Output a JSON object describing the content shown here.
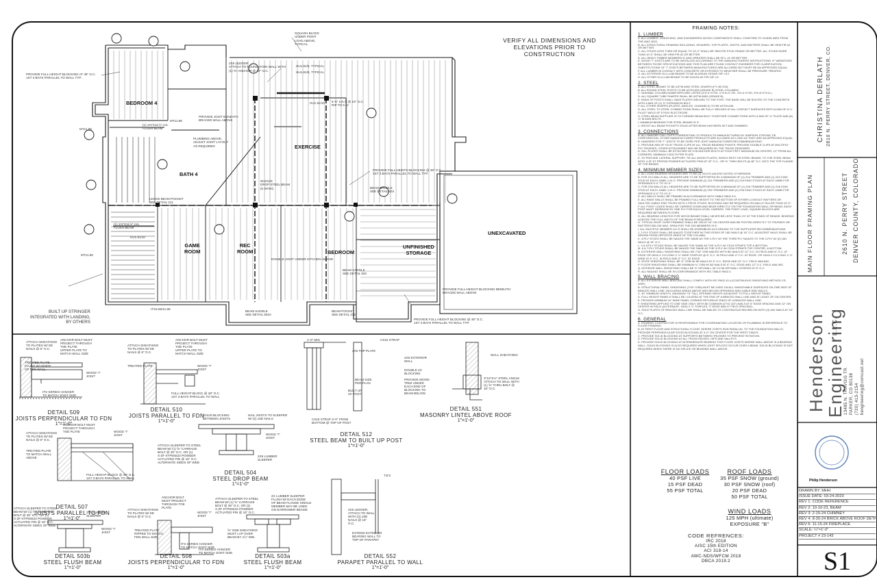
{
  "plan": {
    "verify_note": [
      "VERIFY ALL DIMENSIONS AND",
      "ELEVATIONS PRIOR TO",
      "CONSTRUCTION"
    ],
    "rooms": {
      "bedroom4": "BEDROOM 4",
      "exercise": "EXERCISE",
      "bath4": "BATH 4",
      "game": "GAME",
      "game2": "ROOM",
      "rec": "REC",
      "rec2": "ROOM",
      "bedroom": "BEDROOM",
      "unfinished": "UNFINISHED",
      "unfinished2": "STORAGE",
      "unexcavated": "UNEXCAVATED"
    },
    "notes": {
      "n1": [
        "PROVIDE FULL HEIGHT BLOCKING AT 48\" O.C.",
        "1ST 3 BAYS PARALLEL TO WALL TYP."
      ],
      "n2": [
        "SQUASH BLOCK",
        "UNDER POINT",
        "LOAD ABOVE,",
        "TYPICAL"
      ],
      "n3": [
        "2x6 LEDGER",
        "ATTACH TO FOUNDATION WALL WITH",
        "(1) ⅝\" ANCHOR @ 32\" O.C."
      ],
      "n4": [
        "HU1.81/5, TYPICAL",
        "HU1.81/5, TYPICAL"
      ],
      "n5": [
        "5 ⅜\" LVL'S @ 16\" O.C.",
        "RIP TO 5 ⅜\""
      ],
      "n6": [
        "PROVIDE FULL HEIGTH BLOCKING @ 48\" O.C.",
        "1ST 3 BAYS PARALLEL TO WALL TYP."
      ],
      "n7": [
        "PROVIDE JOIST BENEATH",
        "BRACED WALL ABOVE"
      ],
      "n8": [
        "PLUMBING ABOVE,",
        "ADJUST JOIST LAYOUT",
        "AS REQUIRED"
      ],
      "n9": [
        "BEAM SADDLE",
        "SEE DETAIL 503"
      ],
      "n10": [
        "BEAM POCKET",
        "SEE DETAIL 212"
      ],
      "n11": [
        "PROVIDE FULL HEIGHT BLOCKING BENEATH",
        "BRACED WALL ABOVE"
      ],
      "n12": [
        "BUILT UP STRINGER",
        "INTEGRATED WITH LANDING,",
        "BY OTHERS"
      ],
      "n13": [
        "PROVIDE FULL HEIGHT BLOCKING @ 48\" O.C.",
        "1ST 3 BAYS PARALLEL TO WALL TYP."
      ],
      "n14": [
        "(1) 1⅜\"x11⅞\" LVL",
        "FLUSH BEAM"
      ],
      "n15": [
        "DOUBLE JOIST UNDER KITCHEN ISLAND"
      ],
      "n16": [
        "W10x26",
        "DROP STEEL BEAM",
        "(5 SPAN)"
      ],
      "n17": [
        "HU1.81/10"
      ],
      "n18": [
        "MT11.88"
      ],
      "n19": [
        "ITS3.56/11.88"
      ],
      "n20": [
        "BEAM SADDLE",
        "SEE DETAIL 503a"
      ],
      "n21": [
        "BEAM SADDLE",
        "SEE DETAIL 503"
      ],
      "n22": [
        "LEDGE BEAM POCKET",
        "SEE DETAIL 211"
      ]
    }
  },
  "details": [
    {
      "name": "DETAIL 509",
      "title": "JOISTS PERPENDICULAR TO FDN",
      "scale": "1\"=1'-0\""
    },
    {
      "name": "DETAIL 510",
      "title": "JOISTS PARALLEL TO FDN",
      "scale": "1\"=1'-0\""
    },
    {
      "name": "DETAIL 551",
      "title": "MASONRY LINTEL ABOVE ROOF",
      "scale": "1\"=1'-0\""
    },
    {
      "name": "DETAIL 507",
      "title": "JOISTS PARALLEL TO FDN",
      "scale": "1\"=1'-0\""
    },
    {
      "name": "DETAIL 504",
      "title": "STEEL DROP BEAM",
      "scale": "1\"=1'-0\""
    },
    {
      "name": "DETAIL 512",
      "title": "STEEL BEAM TO BUILT UP POST",
      "scale": "1\"=1'-0\""
    },
    {
      "name": "DETAIL 503b",
      "title": "STEEL FLUSH BEAM",
      "scale": "1\"=1'-0\""
    },
    {
      "name": "DETAIL 508",
      "title": "JOISTS PERPENDICULAR TO FDN",
      "scale": "1\"=1'-0\""
    },
    {
      "name": "DETAIL 503a",
      "title": "STEEL FLUSH BEAM",
      "scale": "1\"=1'-0\""
    },
    {
      "name": "DETAIL 552",
      "title": "PARAPET PARALLEL TO WALL",
      "scale": "1\"=1'-0\""
    }
  ],
  "detail_labels": {
    "d509": [
      "ATTACH SHEATHING",
      "TO PLATES W/ 8d",
      "NAILS @ 6\" O.C.",
      "ANCHOR BOLT MUST",
      "PROJECT THROUGH",
      "TOE PLATE",
      "UPPER PLATE TO",
      "MATCH WALL SIZE",
      "TREATED PLATE",
      "FLUSH W/ INSIDE",
      "OF FDN WALL",
      "WOOD \"I\"",
      "JOIST",
      "ITS SERIES HANGER",
      "TO MATCH JOIST SIZE"
    ],
    "d510": [
      "ATTACH SHEATHING",
      "TO PLATES W/ 8d",
      "NAILS @ 6\" O.C.",
      "ANCHOR BOLT MUST",
      "PROJECT THROUGH",
      "TOE PLATE",
      "UPPER PLATE TO",
      "MATCH WALL SIZE",
      "TREATED PLATE",
      "WOOD \"I\"",
      "JOIST",
      "FULL HEIGHT BLOCK @ 48\" O.C.",
      "1ST 3 BAYS PARALLEL TO WALL"
    ],
    "d551": [
      "CS16 STRAP",
      "2x6 EXTERIOR",
      "WALL",
      "DOUBLE 2x",
      "BLOCKING",
      "PROVIDE WOOD",
      "TRIM UNDER",
      "EACH END OF",
      "BLOCKING TO",
      "BEAM BELOW",
      "WALL SHEATHING",
      "3\"x4\"x¼\" STEEL ANGLE",
      "ATTACH TO WALL WITH",
      "(1) ⅝\" THRU BOLT @",
      "16\" O.C."
    ],
    "d512": [
      "1'-0\" MIN",
      "BUILT UP",
      "2x POST",
      "CS16 STRAP 3'-0\" FROM",
      "BOTTOM @ TOP OF POST",
      "2x6 TOP PLATE",
      "BEAM SIZE",
      "PER PLAN"
    ],
    "d507": [
      "ATTACH SHEATHING",
      "TO PLATES W/ 8d",
      "NAILS @ 6\" O.C.",
      "ANCHOR BOLT MUST",
      "PROJECT THROUGH",
      "TOE PLATE",
      "TREATED PLATE",
      "TO MATCH WALL",
      "ABOVE",
      "WOOD \"I\"",
      "JOIST",
      "FULL HEIGHT BLOCK @ 48\" O.C.",
      "1ST 3 BAYS PARALLEL TO WALL"
    ],
    "d504": [
      "SOLID BLOCKING",
      "BETWEEN JOISTS",
      "NAIL JOISTS TO SLEEPER",
      "W/ (2) 10d NAILS",
      "ATTACH SLEEPER TO STEEL",
      "BEAM W/ (1) ⅝\" CARRAGE",
      "BOLT @ 36\" O.C. OR (1)",
      "X-ZF KTP8S523 POWDER",
      "ACTUATED PIN @ 16\" O.C.",
      "ALTERNATE SIDES OF WEB",
      "2x6 LUMBER",
      "SLEEPER",
      "WOOD \"I\"",
      "JOIST"
    ],
    "d503b": [
      "ATTACH SLEEPER TO STEEL",
      "BEAM W/ (1) ⅝\" CARRAGE",
      "BOLT @ 36\" O.C. OR (1)",
      "X-ZF KTP8S523 POWDER",
      "ACTUATED PIN @ 16\" O.C.",
      "ALTERNATE SIDES OF WEB",
      "2x6 LUMBER",
      "SLEEPER",
      "WOOD \"I\"",
      "JOIST"
    ],
    "d508": [
      "ATTACH SHEATHING",
      "TO PLATES W/ 8d",
      "NAILS @ 6\" O.C.",
      "ANCHOR BOLT",
      "MUST PROJECT",
      "THROUGH TOE",
      "PLATE",
      "TREATED PLATE",
      "RIPPED TO MATCH",
      "FDN WALL SIZE",
      "WOOD \"I\"",
      "JOIST",
      "ITS SERIES HANGER",
      "TO MATCH JOIST SIZE"
    ],
    "d503a": [
      "ATTACH SLEEPER TO STEEL",
      "BEAM W/ (1) ⅝\" CARRAGE",
      "BOLT @ 36\" O.C. OR (1)",
      "X-ZF KTP8S523 POWDER",
      "ACTUATED PIN @ 16\" O.C.",
      "2x LUMBER SLEEPER",
      "FLUSH W/ EACH EDGE",
      "OF BEAM FLANGE SINGLE",
      "MEMBER MAY BE USED",
      "ON NARROWER BEAMS",
      "⅝\" OSB SHEATHING",
      "MUST LAP OVER",
      "BEAM BY 1½\" MIN.",
      "ITS SERIES HANGER",
      "TO MATCH JOIST SIZE"
    ],
    "d552": [
      "TJI's",
      "2x6 LEDGER,",
      "ATTACH TO WALL",
      "WITH (2) 16d",
      "NAILS @ 16\"",
      "O.C.",
      "EXTEND EXTERIOR",
      "BEARING WALL TO",
      "TOP OF PARAPET"
    ]
  },
  "framing_notes": {
    "title": "FRAMING NOTES:",
    "sections": [
      {
        "heading": "1. LUMBER",
        "items": [
          "a. ALL LUMBER, SHEATHING, AND ENGINEERED WOOD COMPONENTS SHALL CONFORM TO GUIDELINES FROM THE AWC NDS.",
          "b. ALL STRUCTURAL FRAMING INCLUDING, HEADERS, TOP PLATES, JOISTS, AND RAFTERS SHALL BE HEM FIR #2 OR BETTER.",
          "c. ALL STUDS LESS THEN OR EQUAL TO 10'-0\" SHALL BE HEM FIR STUD GRADE OR BETTER. ALL STUDS MORE THAN 10'-0\" SHALL BE HEM FIR #2 OR BETTER.",
          "d. ALL HEAVY TIMBER MEMBERS 6\" AND GREATER SHALL BE DF-L #1 OR BETTER.",
          "e. WOOD \"I\" JOISTS ARE TO BE INSTALLED ACCORDING TO THE MANUFACTURERS INSTRUCTIONS. IF VARIATIONS BETWEEN THOSE SPECIFICATIONS AND THIS PLAN ARE FOUND CONTACT ENGINEER FOR CLARIFICATION. SUBSTITUTIONS OF \"I\" JOISTS BETWEEN MANUFACTURES ARE ALLOWED BUT MUST BE AN APPROVED EQUAL.",
          "f. ALL LUMBER IN CONTACT WITH CONCRETE OR EXPOSED TO WEATHER SHALL BE PRESSURE TREATED.",
          "g. ALL EXTERIOR GLU-LAM BEAMS TO BE ALASKAN CEDAR 20F-V12",
          "h. ALL OTHER GLU-LAM BEAMS TO BE DOUGLAS FIR 24F-V4"
        ]
      },
      {
        "heading": "2. STEEL",
        "items": [
          "a. ALL STEEL BEAMS TO BE ASTM A992 STEEL SHAPES (Fy=50 ksi).",
          "b. ALL ROUND STEEL POSTS TO BE ASTM A53 (GRADE B) STEEL COLUMNS.",
          "c. NOMINAL COLUMN DIAMETERS ARE LISTED (3\"#=3 ½\"OD, 3 ½\"#=4\" OD, 4\"#=4 ½\"OD, 5\"#=5 ½\"O.D.)",
          "d. ALL SQUARE TUBE SHAPES SHALL BE ASTM A500 (GRADE B).",
          "e. ENDS OF POSTS SHALL HAVE PLATES WELDED TO THE POST. THE BASE WILL BE BOLTED TO THE CONCRETE WITH A MIN OF (1) ⅝\" EXPANSION BOLT.",
          "f. ALL OTHER SHAPES (PLATES, ANGLES, CHANNELS) TO BE ASTM A36.",
          "g. ALL STEEL TO STEEL CONNECTIONS SHALL BE FULLY WELDED AT ALL CONTACT SURFACES WITH A MIN OF A ¼\" FILLET WELD OF E70xx ELECTRODE.",
          "h. STEEL BEAM SUPPLIER IS TO FURNISH BEAM BOLT TOGETHER CONNECTIONS WITH A MIN OF ⅜\" PLATE AND (8) ¾\" ø A325 BOLTS.",
          "i. MINIMUM BEARING FOR STEEL BEAMS IS 3\".",
          "j. GROUT ALL BEAM POCKETS SOLID AFTER BEAM HAS BEEN SET AND SHIMMED."
        ]
      },
      {
        "heading": "3. CONNECTIONS",
        "items": [
          "a. ALL HANGER CALL OUTS CORRESPOND TO PRODUCTS MANUFACTURED BY SIMPSON STRONG-TIE CORPORATION. OTHER MANUFACTURER PRODUCTS ARE ALLOWED AS LONG AS THEY ARE AN APPROVED EQUAL.",
          "b. HANGERS FOR \"I\" JOISTS TO BE SIZED PER JOIST MANUFACTURER RECOMMENDATIONS.",
          "c. PROVIDE MIN OF H2.5T TRUSS CLIPS AT ALL TRUSS BEARING POINTS. PROVIDE DOUBLE CLIPS AT MULTIPLE PLY TRUSSES, OTHER ATTACHMENT MAY BE REQUIRED BY THE TRUSS DESIGNER.",
          "d. SILL PLATES SHALL BE ATTACHED W/ ⅝\"ø ANCHOR BOLTS AT FOUR FEET MAXIMUM ON CENTER, 12\" FROM ALL CORNERS, MINIMUM 2 BOLTS PER PLATE.",
          "e. TO PROVIDE LATERAL SUPPORT, TIE ALL WOOD PLATES, WHICH REST ON STEEL BEAMS, TO THE STEEL BEAM WITH X-ZF KT PRSS25 POWDER ACTUATED PINS AT 32\" O.C., OR ⅝\" THRU BOLTS @ 48\" O.C. INTO THE TOP FLANGE OF THE BEAMS."
        ]
      },
      {
        "heading": "4. MINIMUM MEMBER SIZES",
        "items": [
          "a. ALL LOAD BEARING HEADERS ARE TO BE (2) 2x10'S UNLESS NOTED OTHERWISE.",
          "b. FOR 2x4 WALLS ALL HEADERS ARE TO BE SUPPORTED BY A MINIMUM OF (1) 2x4 TRIMMER AND (1) 2x4 KING STUD AT EACH JAMB, U.N.O. PROVIDE MINIMUM (2) 2x4 TRIMMERS AND (2) 2x4 KING STUDS AT EACH JAMB FOR OPENINGS 6'-0\" TO 10'-0\".",
          "c. FOR 2x6 WALLS ALL HEADERS ARE TO BE SUPPORTED BY A MINIMUM OF (1) 2x6 TRIMMER AND (1) 2x6 KING STUD AT EACH JAMB, U.N.O. PROVIDE MINIMUM (2) 2x6 TRIMMERS AND (2) 2x6 KING STUDS AT EACH JAMB FOR OPENINGS 6'-0\" TO 10'-0\".",
          "d. ALL WALLS SHALL BE FRAMED IN ACCORDANCE WITH TABLE R602.3.5.",
          "e. ALL RAKE WALLS SHALL BE FRAMED FULL HEIGHT TO THE BOTTOM OF EITHER LOOKOUT RAFTERS OR VAULTED GABLE END TRUSS WITH 1 PIECE STUDS. BLOCKING MAY BE REQUIRED ON WALLS TALLER THAN 10'-0\".",
          "f. ALL POINT LOADS SHALL BE CARRIED DOWN AND BEAR DIRECTLY ON THE FOUNDATION WALL OR BEAM. EACH POST MUST INCREASE BY ONE PLY FOR EACH LEVEL CARRIED. THE POINT LOAD, SQUASH BLOCKS ARE REQUIRED BETWEEN FLOORS.",
          "g. ALL BEARING LENGTHS FOR WOOD BEAMS SHALL NEVER BE LESS THAN 1½\" AT THE ENDS OF BEAMS. BEARING ACROSS THE FULL WIDTH OF THE BEAM IS REQUIRED.",
          "h. TYPICAL ROOF OVER FRAMING SHALL BE 2x6 AT 24\" ON CENTER AND BE POSTED DIRECTLY TO TRUSSES OR RAFTERS BELOW MAX. SPAN FOR THE 2x6 MEMBERS IS 6'.",
          "i. ALL MULTIPLE MEMBER LVL'S SHALL BE ASSEMBLED ACCORDING TO THE SUPPLIERS RECOMMENDATIONS.",
          "j. 2-PLY STUDS SHALL BE NAILED TOGETHER W/ TWO ROWS OF 16d NAILS @ 16\" O.C. ADJACENT NAILS SHALL BE DRIVEN FROM OPPOSITE SIDES OF THE COLUMN.",
          "k. 3-PLY STUDS SHALL BE NAILED THE SAME AS THE 2-PLY W/ THE THIRD PLY NAILED TO THE 2-PLY W/ (2) 16d NAILS @ 16\" O.C.",
          "l. 4 & 5-PLY STUDS SHALL BE NAILED THE SAME AS THE 3-PLY W/ CS16 STRAPS TOP & BOTTOM.",
          "m. 6 & 7-PLY STUDS SHALL BE NAILED THE SAME AS THE 3-PLY W/ CS16 STRAPS TOP, CENTER, & BOTTOM.",
          "n. EXTERIOR WALL SHEATHING SHALL BE 7/16\" OSB NAILED WITH 8d NAILS AT 12\" O.C. IN FIELD AND 6\" O.C. AT EDGE OR 16ga x 1¾\"LONG x ⅞\" WIDE STAPLES @ 8\" O.C. IN FIELD AND 4\" O.C. AT EDGE. OR 16ga x 1¾\"LONG x ⅞\" WIDE AT 6\" O.C. IN FIELD AND 3\" O.C. AT EDGE.",
          "o. ROOF SHEATHING SHALL BE ⅝\" OSB W/ 8d NAILS AT 6\" O.C. EDGE AND 10\" O.C. FIELD NAILING.",
          "p. FLOOR SHEATHING SHALL BE MINIMUM ¾\" OSB W/ 8d NAILS AT 6\" O.C. EDGE AND 12\" O.C. FIELD NAILING.",
          "q. INTERIOR WALL SHEATHING SHALL BE ½\" DRYWALL W/ 1⅝\"#6 DRYWALL SCREWS AT 8\" O.C.",
          "r. ALL NAILING SHALL BE IN CONFORMANCE WITH IRC TABLE R602.3."
        ]
      },
      {
        "heading": "5. WALL BRACING",
        "items": [
          "a. ALL EXTERIOR WALL BRACING SHALL COMPLY WITH IRC R602.10.4 (CONTINUOUS SHEATHING METHOD CS-WSP).",
          "b. STRUCTURAL PANEL SHEATHING (7/16\" OSB) MUST BE USED ON ALL SHEATHABLE SURFACES ON ONE SIDE OF BRACED WALL LINE, INCLUDING AREAS ABOVE AND BELOW OPENINGS AND GABLE END WALLS.",
          "c. 30\" MINIMUM LENGTH, MAXIMUM 7'6\" TALL OPENING HEIGHT ADJACENT TO FULL HEIGHT PANEL.",
          "d. FULL HEIGHT PANELS SHALL BE LOCATED AT THE END OF A BRACED WALL LINE AND AT LEAST 25' ON CENTER.",
          "e. PROVIDE MINIMUM 24\" WIDE PANEL CORNER RETURN AT ENDS OF A BRACED WALL LINE.",
          "f. SHEATHING APPLIED TO ONE SIDE ONLY, WITH 8d COMMON (2\"x0.113\") NAILS AT 6\" EDGE SPACING AND 12\" ON CENTER IN FIELD (ALTERNATE, 16ga x ⅞\" STAPLES, 3\" EDGE AND 6\" FIELD SPACING).",
          "g. SOLE PLATES OF BRACED WALL LINE SHALL BE NAILED TO CONTINUOUS RIM BELOW WITH (3) 16d NAILS AT 16\" O.C."
        ]
      },
      {
        "heading": "6. GENERAL",
        "items": [
          "a. FRAMING CONTRACTOR IS RESPONSIBLE FOR COORDINATING LOCATION OF PLUMBING IN REFERENCE TO FLOOR FRAMING.",
          "b. AT FIRST FLOOR AND STRUCTURAL FLOOR, WHERE JOISTS RUN PARALLEL TO THE FOUNDATION WALLS, PROVIDE PERPENDICULAR SOLID BLOCKING AT 4'-0\" ON CENTER FOR THE FIRST 3 BAYS.",
          "c. PROVIDE SOLID BLOCKING AT SUPPORTS BETWEEN TRUSSES TO PREVENT ROTATION.",
          "d. PROVIDE SOLID BLOCKING AT ALL TRUSS RIDGES, HIPS AND VALLEYS.",
          "e. PROVIDE SOLID BLOCKING AT INTERMEDIATE BEARING FOR FLOOR JOISTS WHERE WALL ABOVE IS A BEARING WALL. SOLID BLOCKING IS ALSO REQUIRED WHEN JOIST SPLICES OCCUR OVER A BEAM. SOLID BLOCKING IS NOT REQUIRED WHEN THERE IS NO SPLICE OR BEARING WALL ABOVE."
        ]
      }
    ]
  },
  "loads": {
    "floor": {
      "title": "FLOOR LOADS",
      "lines": [
        "40 PSF LIVE",
        "15 PSF DEAD",
        "55 PSF TOTAL"
      ]
    },
    "roof": {
      "title": "ROOF LOADS",
      "lines": [
        "35 PSF SNOW (ground)",
        "30 PSF SNOW (roof)",
        "20 PSF DEAD",
        "50 PSF TOTAL"
      ]
    },
    "wind": {
      "title": "WIND LOADS",
      "lines": [
        "125 MPH (ultimate)",
        "EXPOSURE \"B\""
      ]
    },
    "codes": {
      "title": "CODE REFRENCES:",
      "lines": [
        "IRC 2018",
        "AISC 15th EDITION",
        "ACI 318-14",
        "AWC-NDS/WFCM 2018",
        "DBCA 2019.2"
      ]
    }
  },
  "titleblock": {
    "client_name": "CHRISTINA DERLATH",
    "client_addr": "2610 N. PERRY STREET, DENVER, CO.",
    "plan_title": "MAIN FLOOR FRAMING PLAN",
    "proj_addr1": "2610 N. PERRY STREET",
    "proj_addr2": "DENVER COUNTY, COLORADO",
    "firm1": "Henderson",
    "firm2": "Engineering",
    "firm_suffix": "L.L.C.",
    "firm_addr1": "13485 N. TRAVOIS TR.",
    "firm_addr2": "PARKER, CO 80138",
    "firm_phone": "(720) 413-2154",
    "firm_email": "hengineering@comcast.net",
    "seal_text": "Philip Henderson",
    "rows": [
      {
        "label": "DRAWN BY:",
        "value": "MHH"
      },
      {
        "label": "ISSUE DATE:",
        "value": "03-24-2023"
      },
      {
        "label": "REV 1:",
        "value": "CODE REFERENCE"
      },
      {
        "label": "REV 2:",
        "value": "10-10-23, BEAM"
      },
      {
        "label": "REV 3:",
        "value": "2-15-24 CHIMNEY"
      },
      {
        "label": "REV 4:",
        "value": "8-30-24 BRICK ABOVE ROOF DETAIL"
      },
      {
        "label": "REV 6:",
        "value": "11-15-24 FIREPLACE"
      },
      {
        "label": "SCALE:",
        "value": "¼\"=1'-0\""
      },
      {
        "label": "PROJECT #",
        "value": "23-143"
      }
    ],
    "sheet": "S1"
  },
  "colors": {
    "line": "#1a1a1a",
    "grid": "#7a7a7a",
    "wall_fill": "#d8d8d8",
    "seal": "#5b7fb8"
  }
}
